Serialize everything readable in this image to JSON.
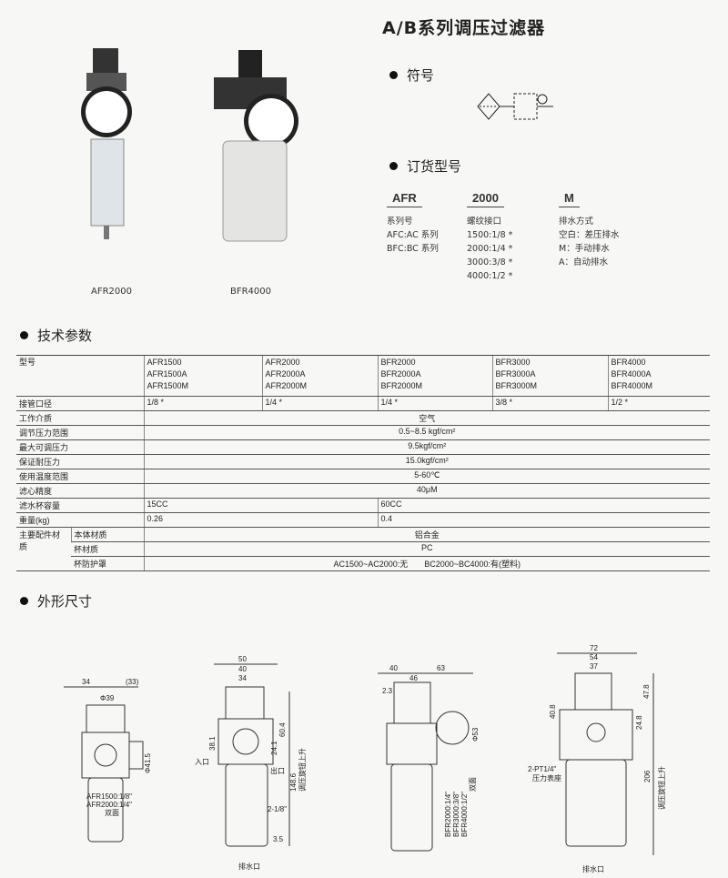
{
  "title": "A/B系列调压过滤器",
  "symbol_heading": "符号",
  "order_heading": "订货型号",
  "products": [
    {
      "name": "AFR2000"
    },
    {
      "name": "BFR4000"
    }
  ],
  "order_code": [
    {
      "code": "AFR",
      "lines": [
        "系列号",
        "AFC:AC 系列",
        "BFC:BC 系列"
      ]
    },
    {
      "code": "2000",
      "lines": [
        "螺纹接口",
        "1500:1/8 *",
        "2000:1/4 *",
        "3000:3/8 *",
        "4000:1/2 *"
      ]
    },
    {
      "code": "M",
      "lines": [
        "排水方式",
        "空白：差压排水",
        "M：手动排水",
        "A：自动排水"
      ]
    }
  ],
  "spec_heading": "技术参数",
  "spec": {
    "model_label": "型号",
    "models": [
      "AFR1500\nAFR1500A\nAFR1500M",
      "AFR2000\nAFR2000A\nAFR2000M",
      "BFR2000\nBFR2000A\nBFR2000M",
      "BFR3000\nBFR3000A\nBFR3000M",
      "BFR4000\nBFR4000A\nBFR4000M"
    ],
    "port_label": "接管口径",
    "ports": [
      "1/8 *",
      "1/4 *",
      "1/4 *",
      "3/8 *",
      "1/2 *"
    ],
    "rows": [
      {
        "label": "工作介质",
        "value": "空气"
      },
      {
        "label": "调节压力范围",
        "value": "0.5~8.5 kgf/cm²"
      },
      {
        "label": "最大可调压力",
        "value": "9.5kgf/cm²"
      },
      {
        "label": "保证耐压力",
        "value": "15.0kgf/cm²"
      },
      {
        "label": "使用温度范围",
        "value": "5-60℃"
      },
      {
        "label": "滤心精度",
        "value": "40μM"
      }
    ],
    "bowl_label": "滤水杯容量",
    "bowl": [
      "15CC",
      "60CC"
    ],
    "weight_label": "重量(kg)",
    "weight": [
      "0.26",
      "0.4"
    ],
    "material_label": "主要配件材质",
    "materials": [
      {
        "label": "本体材质",
        "value": "铝合金"
      },
      {
        "label": "杯材质",
        "value": "PC"
      },
      {
        "label": "杯防护罩",
        "value": "AC1500~AC2000:无　　BC2000~BC4000:有(塑料)"
      }
    ]
  },
  "dim_heading": "外形尺寸",
  "drawings": {
    "d1": [
      "34",
      "(33)",
      "Φ39",
      "Φ41.5",
      "AFR1500:1/8\"",
      "AFR2000:1/4\"",
      "双面"
    ],
    "d2": [
      "50",
      "40",
      "34",
      "38.1",
      "60.4",
      "24.1",
      "148.6",
      "2-1/8\"",
      "入口",
      "出口",
      "排水口",
      "3.5",
      "调压旋钮上升"
    ],
    "d3": [
      "40",
      "46",
      "63",
      "2.3",
      "Φ53",
      "BFR2000:1/4\"",
      "BFR3000:3/8\"",
      "BFR4000:1/2\"",
      "双面"
    ],
    "d4": [
      "72",
      "54",
      "37",
      "40.8",
      "24.8",
      "47.8",
      "2-PT1/4\"",
      "压力表座",
      "206",
      "排水口",
      "调压旋钮上升"
    ]
  }
}
